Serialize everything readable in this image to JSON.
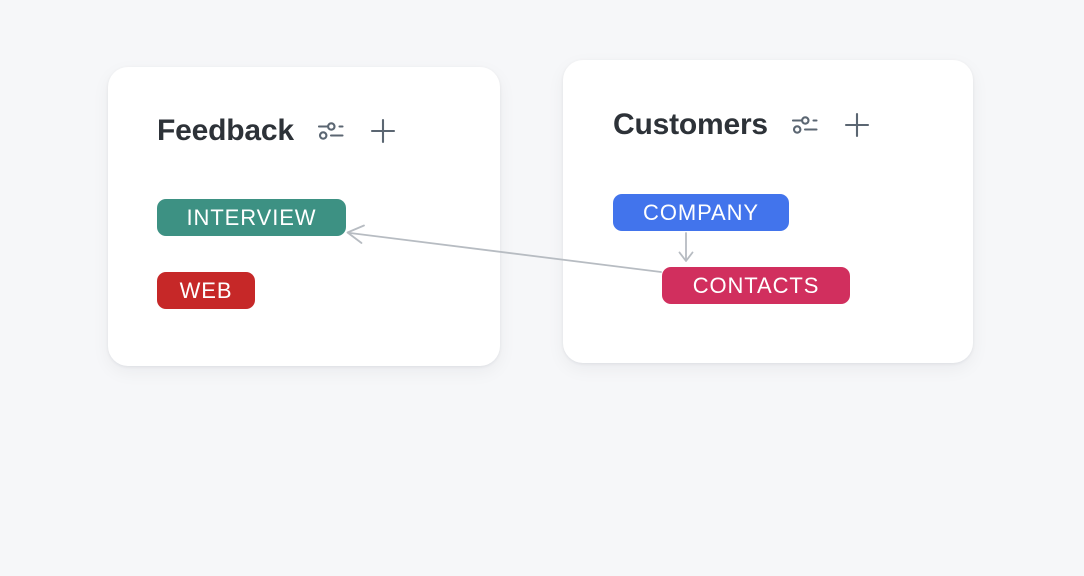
{
  "canvas": {
    "background_color": "#f6f7f9"
  },
  "cards": [
    {
      "id": "feedback",
      "title": "Feedback",
      "actions": [
        {
          "name": "filter-settings",
          "icon": "sliders-icon"
        },
        {
          "name": "add",
          "icon": "plus-icon"
        }
      ],
      "badges": [
        {
          "id": "interview",
          "label": "INTERVIEW",
          "color": "#3d9183"
        },
        {
          "id": "web",
          "label": "WEB",
          "color": "#c62828"
        }
      ]
    },
    {
      "id": "customers",
      "title": "Customers",
      "actions": [
        {
          "name": "filter-settings",
          "icon": "sliders-icon"
        },
        {
          "name": "add",
          "icon": "plus-icon"
        }
      ],
      "badges": [
        {
          "id": "company",
          "label": "COMPANY",
          "color": "#4274ec"
        },
        {
          "id": "contacts",
          "label": "CONTACTS",
          "color": "#d12f5e"
        }
      ]
    }
  ],
  "connections": [
    {
      "id": "company-to-contacts",
      "from": "company",
      "to": "contacts",
      "style": "arrow-down",
      "color": "#b7bcc2"
    },
    {
      "id": "contacts-to-interview",
      "from": "contacts",
      "to": "interview",
      "style": "arrow-left",
      "color": "#b7bcc2"
    }
  ],
  "theme": {
    "card_background": "#ffffff",
    "title_color": "#2d3238",
    "icon_color": "#5b6672",
    "connector_color": "#b7bcc2"
  }
}
